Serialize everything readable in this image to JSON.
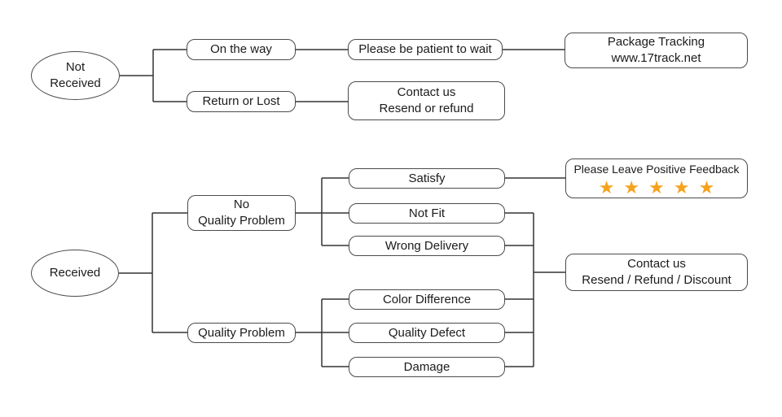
{
  "diagram": {
    "type": "flowchart",
    "colors": {
      "background": "#ffffff",
      "line": "#333333",
      "box_border": "#4a4a4a",
      "text": "#1b1b1b",
      "star": "#F6A21D"
    },
    "nodes": {
      "not_received": {
        "label": "Not\nReceived",
        "shape": "ellipse"
      },
      "on_the_way": {
        "label": "On the way",
        "shape": "rounded-rect"
      },
      "please_be_patient": {
        "label": "Please be patient to wait",
        "shape": "rounded-rect"
      },
      "package_tracking": {
        "label": "Package Tracking\nwww.17track.net",
        "shape": "rounded-rect"
      },
      "return_or_lost": {
        "label": "Return or Lost",
        "shape": "rounded-rect"
      },
      "contact_resend_refund": {
        "label": "Contact us\nResend or refund",
        "shape": "rounded-rect"
      },
      "received": {
        "label": "Received",
        "shape": "ellipse"
      },
      "no_quality_problem": {
        "label": "No\nQuality Problem",
        "shape": "rounded-rect"
      },
      "quality_problem": {
        "label": "Quality Problem",
        "shape": "rounded-rect"
      },
      "satisfy": {
        "label": "Satisfy",
        "shape": "rounded-rect"
      },
      "not_fit": {
        "label": "Not Fit",
        "shape": "rounded-rect"
      },
      "wrong_delivery": {
        "label": "Wrong Delivery",
        "shape": "rounded-rect"
      },
      "color_difference": {
        "label": "Color Difference",
        "shape": "rounded-rect"
      },
      "quality_defect": {
        "label": "Quality Defect",
        "shape": "rounded-rect"
      },
      "damage": {
        "label": "Damage",
        "shape": "rounded-rect"
      },
      "positive_feedback": {
        "label": "Please Leave Positive Feedback",
        "stars": "★★★★★",
        "star_count": 5,
        "shape": "rounded-rect"
      },
      "contact_resend_refund_discount": {
        "label": "Contact us\nResend / Refund / Discount",
        "shape": "rounded-rect"
      }
    },
    "edges": [
      {
        "from": "Not Received",
        "to": "On the way"
      },
      {
        "from": "Not Received",
        "to": "Return or Lost"
      },
      {
        "from": "On the way",
        "to": "Please be patient to wait"
      },
      {
        "from": "Please be patient to wait",
        "to": "Package Tracking www.17track.net"
      },
      {
        "from": "Return or Lost",
        "to": "Contact us Resend or refund"
      },
      {
        "from": "Received",
        "to": "No Quality Problem"
      },
      {
        "from": "Received",
        "to": "Quality Problem"
      },
      {
        "from": "No Quality Problem",
        "to": "Satisfy"
      },
      {
        "from": "No Quality Problem",
        "to": "Not Fit"
      },
      {
        "from": "No Quality Problem",
        "to": "Wrong Delivery"
      },
      {
        "from": "Satisfy",
        "to": "Please Leave Positive Feedback"
      },
      {
        "from": "Not Fit",
        "to": "Contact us Resend / Refund / Discount"
      },
      {
        "from": "Wrong Delivery",
        "to": "Contact us Resend / Refund / Discount"
      },
      {
        "from": "Quality Problem",
        "to": "Color Difference"
      },
      {
        "from": "Quality Problem",
        "to": "Quality Defect"
      },
      {
        "from": "Quality Problem",
        "to": "Damage"
      },
      {
        "from": "Color Difference",
        "to": "Contact us Resend / Refund / Discount"
      },
      {
        "from": "Quality Defect",
        "to": "Contact us Resend / Refund / Discount"
      },
      {
        "from": "Damage",
        "to": "Contact us Resend / Refund / Discount"
      }
    ]
  }
}
